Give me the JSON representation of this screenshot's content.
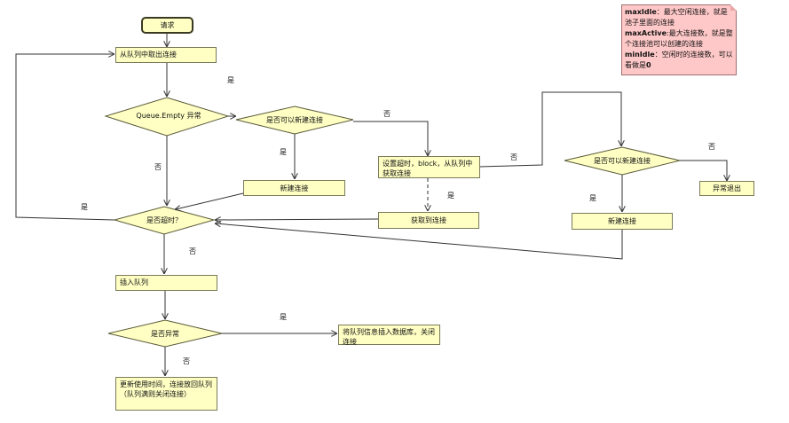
{
  "nodes": {
    "start": "请求",
    "dequeue": "从队列中取出连接",
    "queue_empty": "Queue.Empty 异常",
    "can_create_1": "是否可以新建连接",
    "create_conn_1": "新建连接",
    "set_timeout": "设置超时，block，从队列中获取连接",
    "got_conn": "获取到连接",
    "can_create_2": "是否可以新建连接",
    "create_conn_2": "新建连接",
    "error_exit": "异常退出",
    "is_timeout": "是否超时？",
    "enqueue": "插入队列",
    "is_error": "是否异常",
    "insert_db": "将队列信息插入数据库，关闭连接",
    "update_time": "更新使用时间，连接放回队列（队列满则关闭连接）"
  },
  "labels": {
    "yes": "是",
    "no": "否"
  },
  "note": {
    "line1_key": "maxIdle",
    "line1_text": "：最大空闲连接，就是池子里面的连接",
    "line2_key": "maxActive",
    "line2_text": ":最大连接数，就是整个连接池可以创建的连接",
    "line3_key": "minIdle",
    "line3_text": "：空闲时的连接数，可以看做是",
    "line3_value": "0"
  }
}
